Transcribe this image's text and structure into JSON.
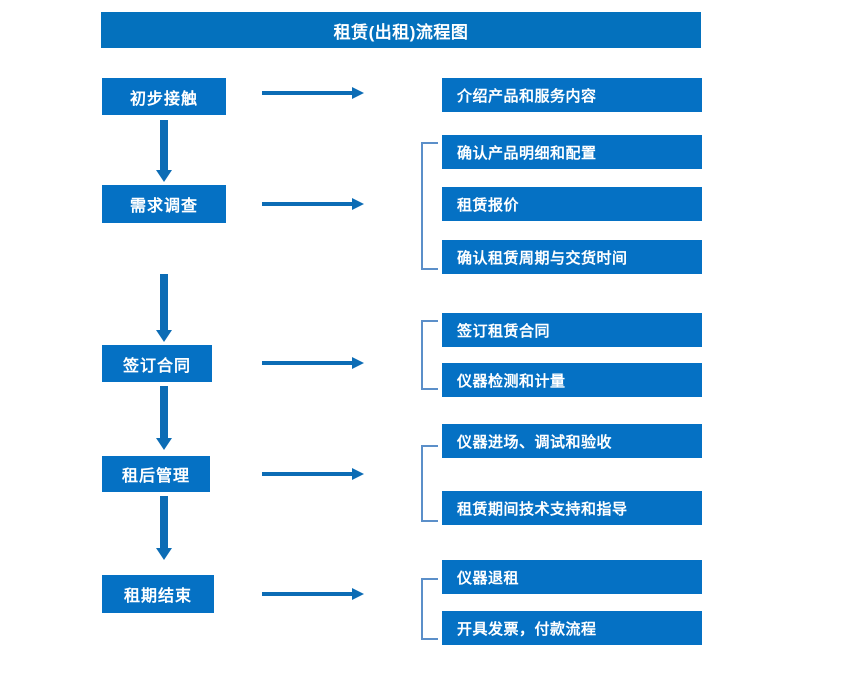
{
  "diagram": {
    "title": "租赁(出租)流程图",
    "colors": {
      "title_bar": "#0471bd",
      "box_fill": "#0571c4",
      "box_text": "#ffffff",
      "arrow": "#0c6cb5",
      "bracket": "#5b8fc9",
      "background": "#ffffff"
    },
    "stages": [
      {
        "id": "initial-contact",
        "label": "初步接触",
        "arrow_label": "arrow-right-icon",
        "details": [
          {
            "label": "介绍产品和服务内容"
          }
        ],
        "has_bracket": false
      },
      {
        "id": "demand-survey",
        "label": "需求调查",
        "arrow_label": "arrow-right-icon",
        "details": [
          {
            "label": "确认产品明细和配置"
          },
          {
            "label": "租赁报价"
          },
          {
            "label": "确认租赁周期与交货时间"
          }
        ],
        "has_bracket": true
      },
      {
        "id": "sign-contract",
        "label": "签订合同",
        "arrow_label": "arrow-right-icon",
        "details": [
          {
            "label": "签订租赁合同"
          },
          {
            "label": "仪器检测和计量"
          }
        ],
        "has_bracket": true
      },
      {
        "id": "post-rental-management",
        "label": "租后管理",
        "arrow_label": "arrow-right-icon",
        "details": [
          {
            "label": "仪器进场、调试和验收"
          },
          {
            "label": "租赁期间技术支持和指导"
          }
        ],
        "has_bracket": true
      },
      {
        "id": "rental-end",
        "label": "租期结束",
        "arrow_label": "arrow-right-icon",
        "details": [
          {
            "label": "仪器退租"
          },
          {
            "label": "开具发票，付款流程"
          }
        ],
        "has_bracket": true
      }
    ],
    "flow_connectors": [
      {
        "from": "初步接触",
        "to": "需求调查"
      },
      {
        "from": "需求调查",
        "to": "签订合同"
      },
      {
        "from": "签订合同",
        "to": "租后管理"
      },
      {
        "from": "租后管理",
        "to": "租期结束"
      }
    ]
  }
}
